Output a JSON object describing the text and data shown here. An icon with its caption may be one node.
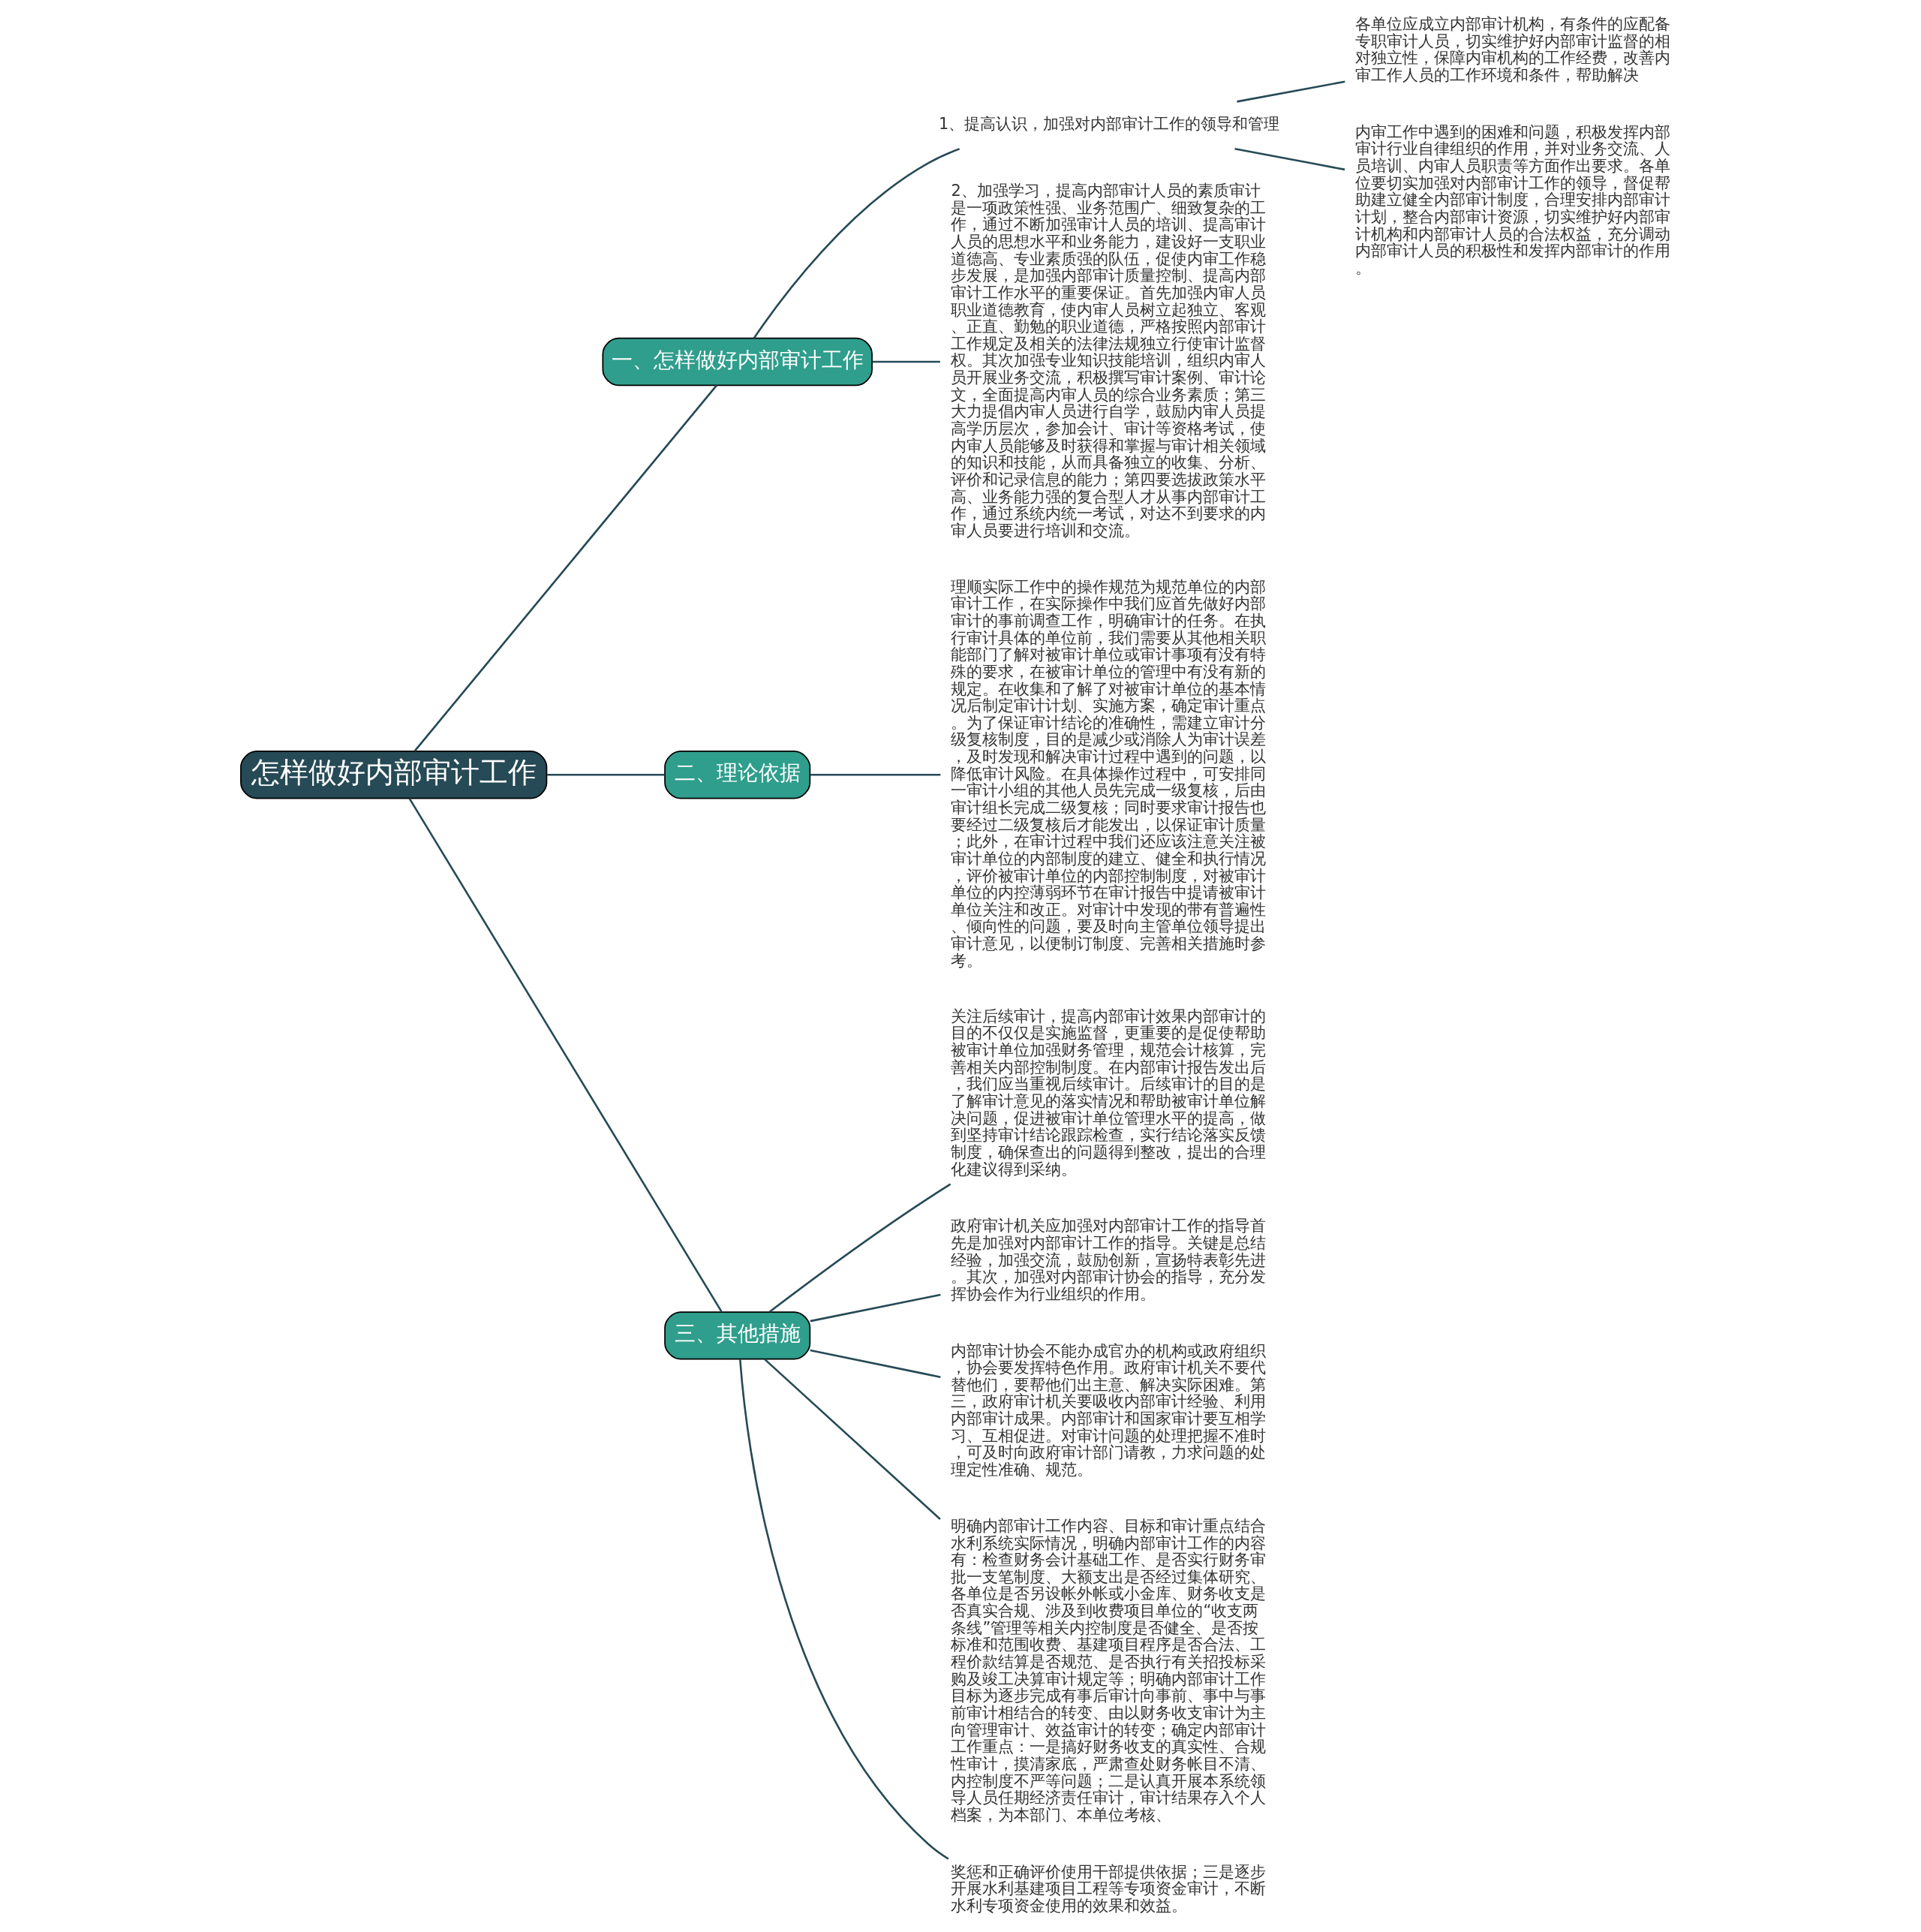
{
  "diagram": {
    "nodes": [
      {
        "text": [
          "怎样做好内部审计工作"
        ]
      },
      {
        "text": [
          "一、怎样做好内部审计工作"
        ]
      },
      {
        "text": [
          "1、提高认识，加强对内部审计工作的领导和管理"
        ]
      },
      {
        "text": [
          "各单位应成立内部审计机构，有条件的应配备专职审计人员，切实维护好内部审计监督的相对独立性，保障内审机构的工作经费，改善内审工作人员的工作环境和条件，帮助解决"
        ]
      },
      {
        "text": [
          "内审工作中遇到的困难和问题，积极发挥内部审计行业自律组织的作用，并对业务交流、人员培训、内审人员职责等方面作出要求。各单位要切实加强对内部审计工作的领导，督促帮助建立健全内部审计制度，合理安排内部审计计划，整合内部审计资源，切实维护好内部审计机构和内部审计人员的合法权益，充分调动内部审计人员的积极性和发挥内部审计的作用。"
        ]
      },
      {
        "text": [
          "2、加强学习，提高内部审计人员的素质审计是一项政策性强、业务范围广、细致复杂的工作，通过不断加强审计人员的培训、提高审计人员的思想水平和业务能力，建设好一支职业道德高、专业素质强的队伍，促使内审工作稳步发展，是加强内部审计质量控制、提高内部审计工作水平的重要保证。首先加强内审人员职业道德教育，使内审人员树立起独立、客观、正直、勤勉的职业道德，严格按照内部审计工作规定及相关的法律法规独立行使审计监督权。其次加强专业知识技能培训，组织内审人员开展业务交流，积极撰写审计案例、审计论文，全面提高内审人员的综合业务素质；第三大力提倡内审人员进行自学，鼓励内审人员提高学历层次，参加会计、审计等资格考试，使内审人员能够及时获得和掌握与审计相关领域的知识和技能，从而具备独立的收集、分析、评价和记录信息的能力；第四要选拔政策水平高、业务能力强的复合型人才从事内部审计工作，通过系统内统一考试，对达不到要求的内审人员要进行培训和交流。"
        ]
      },
      {
        "text": [
          "二、理论依据"
        ]
      },
      {
        "text": [
          "理顺实际工作中的操作规范为规范单位的内部审计工作，在实际操作中我们应首先做好内部审计的事前调查工作，明确审计的任务。在执行审计具体的单位前，我们需要从其他相关职能部门了解对被审计单位或审计事项有没有特殊的要求，在被审计单位的管理中有没有新的规定。在收集和了解了对被审计单位的基本情况后制定审计计划、实施方案，确定审计重点。为了保证审计结论的准确性，需建立审计分级复核制度，目的是减少或消除人为审计误差，及时发现和解决审计过程中遇到的问题，以降低审计风险。在具体操作过程中，可安排同一审计小组的其他人员先完成一级复核，后由审计组长完成二级复核；同时要求审计报告也要经过二级复核后才能发出，以保证审计质量；此外，在审计过程中我们还应该注意关注被审计单位的内部制度的建立、健全和执行情况，评价被审计单位的内部控制制度，对被审计单位的内控薄弱环节在审计报告中提请被审计单位关注和改正。对审计中发现的带有普遍性、倾向性的问题，要及时向主管单位领导提出审计意见，以便制订制度、完善相关措施时参考。"
        ]
      },
      {
        "text": [
          "三、其他措施"
        ]
      },
      {
        "text": [
          "关注后续审计，提高内部审计效果内部审计的目的不仅仅是实施监督，更重要的是促使帮助被审计单位加强财务管理，规范会计核算，完善相关内部控制制度。在内部审计报告发出后，我们应当重视后续审计。后续审计的目的是了解审计意见的落实情况和帮助被审计单位解决问题，促进被审计单位管理水平的提高，做到坚持审计结论跟踪检查，实行结论落实反馈制度，确保查出的问题得到整改，提出的合理化建议得到采纳。"
        ]
      },
      {
        "text": [
          "政府审计机关应加强对内部审计工作的指导首先是加强对内部审计工作的指导。关键是总结经验，加强交流，鼓励创新，宣扬特表彰先进。其次，加强对内部审计协会的指导，充分发挥协会作为行业组织的作用。"
        ]
      },
      {
        "text": [
          "内部审计协会不能办成官办的机构或政府组织，协会要发挥特色作用。政府审计机关不要代替他们，要帮他们出主意、解决实际困难。第三，政府审计机关要吸收内部审计经验、利用内部审计成果。内部审计和国家审计要互相学习、互相促进。对审计问题的处理把握不准时，可及时向政府审计部门请教，力求问题的处理定性准确、规范。"
        ]
      },
      {
        "text": [
          "明确内部审计工作内容、目标和审计重点结合水利系统实际情况，明确内部审计工作的内容有：检查财务会计基础工作、是否实行财务审批一支笔制度、大额支出是否经过集体研究、各单位是否另设帐外帐或小金库、财务收支是否真实合规、涉及到收费项目单位的“收支两条线”管理等相关内控制度是否健全、是否按标准和范围收费、基建项目程序是否合法、工程价款结算是否规范、是否执行有关招投标采购及竣工决算审计规定等；明确内部审计工作目标为逐步完成有事后审计向事前、事中与事前审计相结合的转变、由以财务收支审计为主向管理审计、效益审计的转变；确定内部审计工作重点：一是搞好财务收支的真实性、合规性审计，摸清家底，严肃查处财务帐目不清、内控制度不严等问题；二是认真开展本系统领导人员任期经济责任审计，审计结果存入个人档案，为本部门、本单位考核、"
        ]
      },
      {
        "text": [
          "奖惩和正确评价使用干部提供依据；三是逐步开展水利基建项目工程等专项资金审计，不断水利专项资金使用的效果和效益。"
        ]
      }
    ],
    "edges": [
      {
        "from": 0,
        "to": 1,
        "arrow": "none"
      },
      {
        "from": 1,
        "to": 2,
        "arrow": "none"
      },
      {
        "from": 2,
        "to": 3,
        "arrow": "none"
      },
      {
        "from": 2,
        "to": 4,
        "arrow": "none"
      },
      {
        "from": 1,
        "to": 5,
        "arrow": "none"
      },
      {
        "from": 0,
        "to": 6,
        "arrow": "none"
      },
      {
        "from": 6,
        "to": 7,
        "arrow": "none"
      },
      {
        "from": 0,
        "to": 8,
        "arrow": "none"
      },
      {
        "from": 8,
        "to": 9,
        "arrow": "none"
      },
      {
        "from": 8,
        "to": 10,
        "arrow": "none"
      },
      {
        "from": 8,
        "to": 11,
        "arrow": "none"
      },
      {
        "from": 8,
        "to": 12,
        "arrow": "none"
      },
      {
        "from": 8,
        "to": 13,
        "arrow": "none"
      }
    ]
  }
}
